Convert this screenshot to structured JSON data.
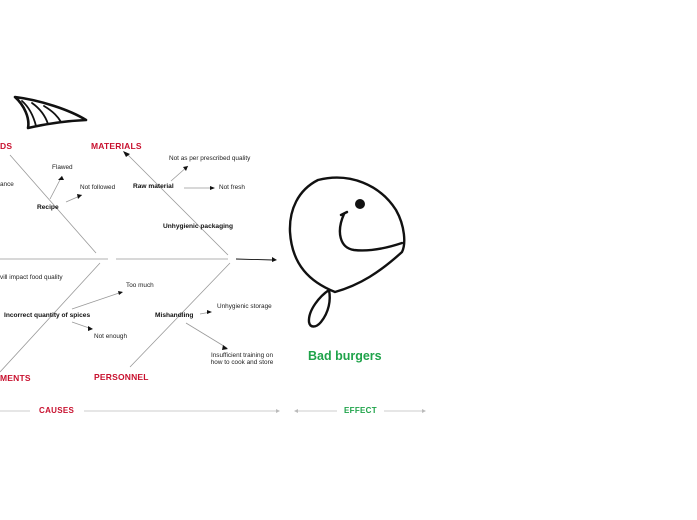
{
  "categories": {
    "methods": "DS",
    "materials": "MATERIALS",
    "measurements": "MENTS",
    "personnel": "PERSONNEL"
  },
  "causes": {
    "recipe": "Recipe",
    "raw_material": "Raw material",
    "unhygienic_packaging": "Unhygienic packaging",
    "incorrect_spices": "Incorrect quantity of spices",
    "mishandling": "Mishandling"
  },
  "sub_causes": {
    "flawed": "Flawed",
    "not_followed": "Not followed",
    "ance": "ance",
    "not_as_prescribed": "Not as per prescribed quality",
    "not_fresh": "Not fresh",
    "will_impact": "vill impact food quality",
    "too_much": "Too much",
    "not_enough": "Not enough",
    "unhygienic_storage": "Unhygienic storage",
    "insufficient_training_line1": "Insufficient training on",
    "insufficient_training_line2": "how to cook and store"
  },
  "effect": {
    "label": "Bad burgers"
  },
  "footer": {
    "causes": "CAUSES",
    "effect": "EFFECT"
  },
  "colors": {
    "category": "#c8102e",
    "effect": "#1fa34a",
    "line": "#222222"
  },
  "icons": {
    "fish_head": "fish-head-icon",
    "fish_tail": "fish-tail-icon"
  }
}
